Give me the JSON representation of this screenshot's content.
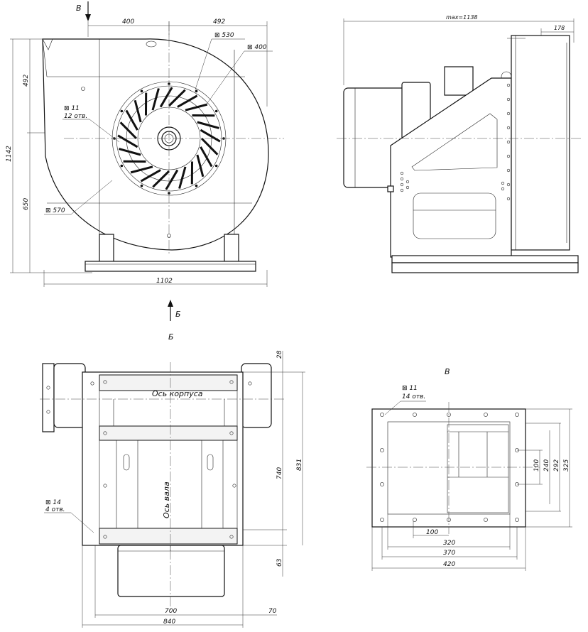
{
  "front_view": {
    "view_arrow_label": "В",
    "dim_width_400": "400",
    "dim_width_492": "492",
    "dim_total_width": "1102",
    "dim_height_492": "492",
    "dim_height_650": "650",
    "dim_height_1142": "1142",
    "callout_530": "⊠ 530",
    "callout_400": "⊠ 400",
    "callout_570": "⊠ 570",
    "callout_11": "⊠ 11",
    "callout_11_count": "12 отв."
  },
  "side_view": {
    "dim_max_length": "max=1138",
    "dim_178": "178"
  },
  "bottom_view": {
    "arrow_label": "Б",
    "view_title": "Б",
    "housing_axis": "Ось корпуса",
    "shaft_axis": "Ось вала",
    "dim_28": "28",
    "dim_740": "740",
    "dim_831": "831",
    "dim_63": "63",
    "dim_700": "700",
    "dim_70": "70",
    "dim_840": "840",
    "callout_14": "⊠ 14",
    "callout_14_count": "4 отв."
  },
  "flange_view": {
    "view_title": "В",
    "callout_11": "⊠ 11",
    "callout_11_count": "14 отв.",
    "dim_100_v": "100",
    "dim_240": "240",
    "dim_292": "292",
    "dim_325": "325",
    "dim_100_h": "100",
    "dim_320": "320",
    "dim_370": "370",
    "dim_420": "420"
  }
}
